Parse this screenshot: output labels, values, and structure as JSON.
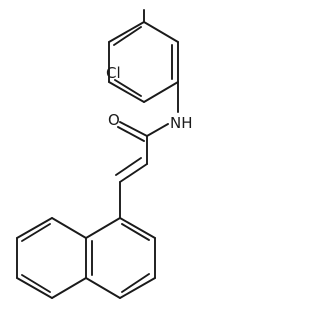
{
  "molecule": {
    "atom_labels": {
      "chlorine": "Cl",
      "nitrogen_hydrogen": "NH",
      "oxygen": "O"
    },
    "colors": {
      "bond": "#1a1a1a",
      "label": "#1a1a1a",
      "background": "#ffffff"
    }
  }
}
